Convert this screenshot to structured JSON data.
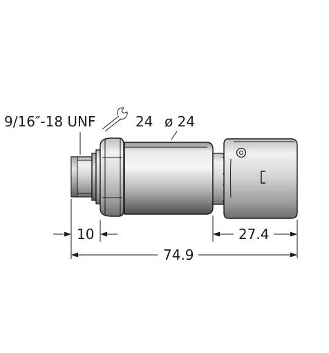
{
  "drawing": {
    "thread_label": "9/16″-18 UNF",
    "wrench_label": "24",
    "diameter_label": "ø 24",
    "dim_thread_length": "10",
    "dim_connector_length": "27.4",
    "dim_total_length": "74.9"
  }
}
